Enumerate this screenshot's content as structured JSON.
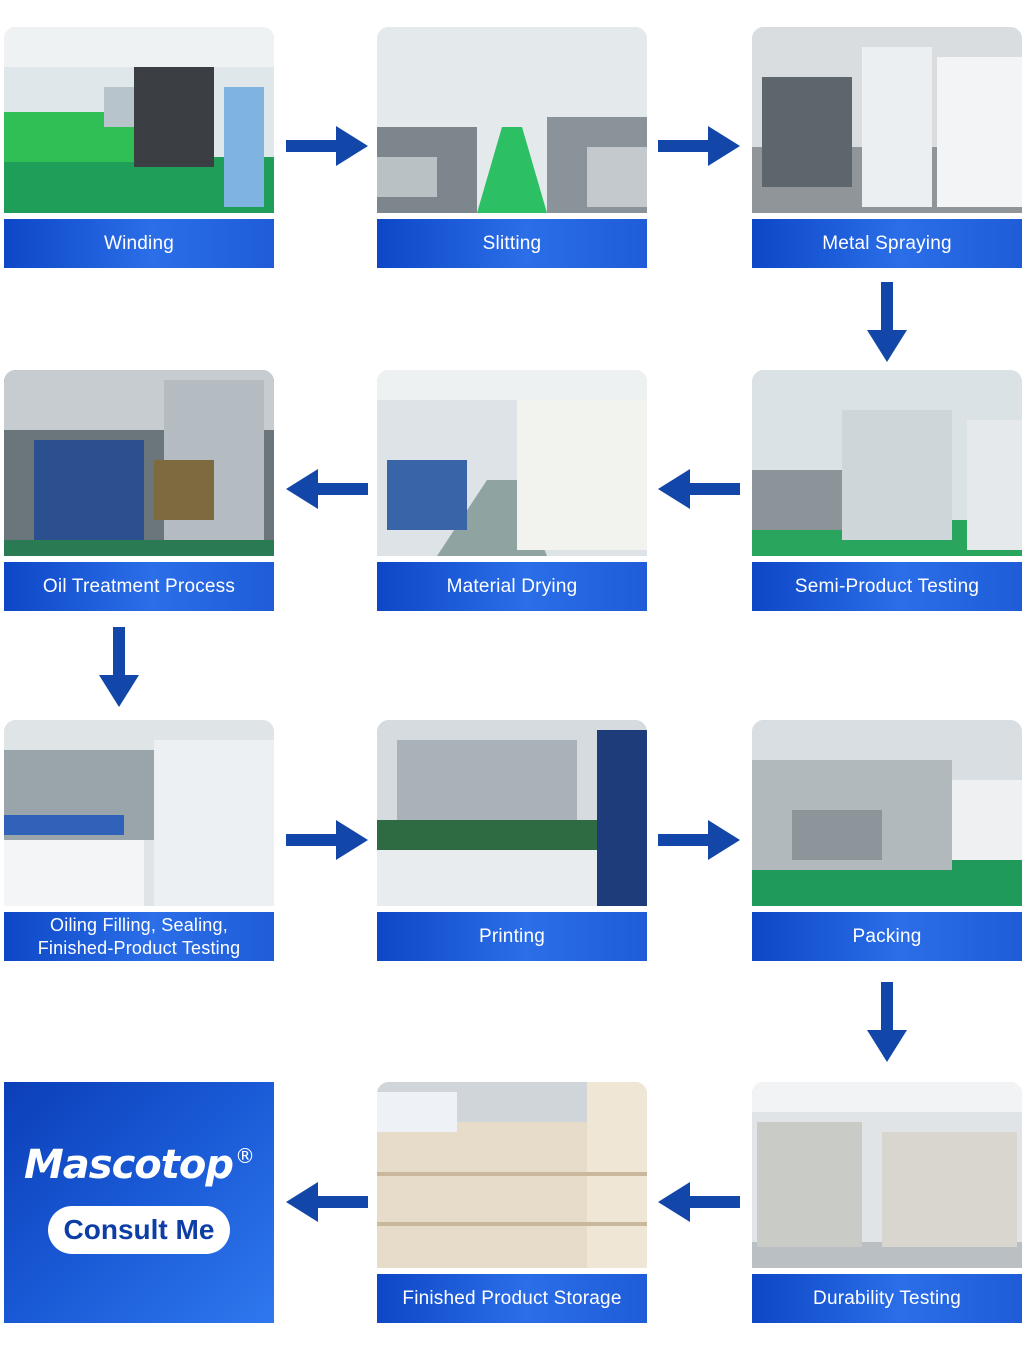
{
  "steps": [
    {
      "label": "Winding"
    },
    {
      "label": "Slitting"
    },
    {
      "label": "Metal Spraying"
    },
    {
      "label": "Semi-Product Testing"
    },
    {
      "label": "Material Drying"
    },
    {
      "label": "Oil Treatment Process"
    },
    {
      "label": "Oiling Filling, Sealing,\nFinished-Product Testing"
    },
    {
      "label": "Printing"
    },
    {
      "label": "Packing"
    },
    {
      "label": "Durability Testing"
    },
    {
      "label": "Finished Product Storage"
    }
  ],
  "brand": {
    "logo": "Mascotop",
    "registered": "®",
    "cta": "Consult Me"
  },
  "colors": {
    "primary_blue": "#1a53c9",
    "arrow_blue": "#1246a8",
    "floor_green": "#1aa85a"
  }
}
